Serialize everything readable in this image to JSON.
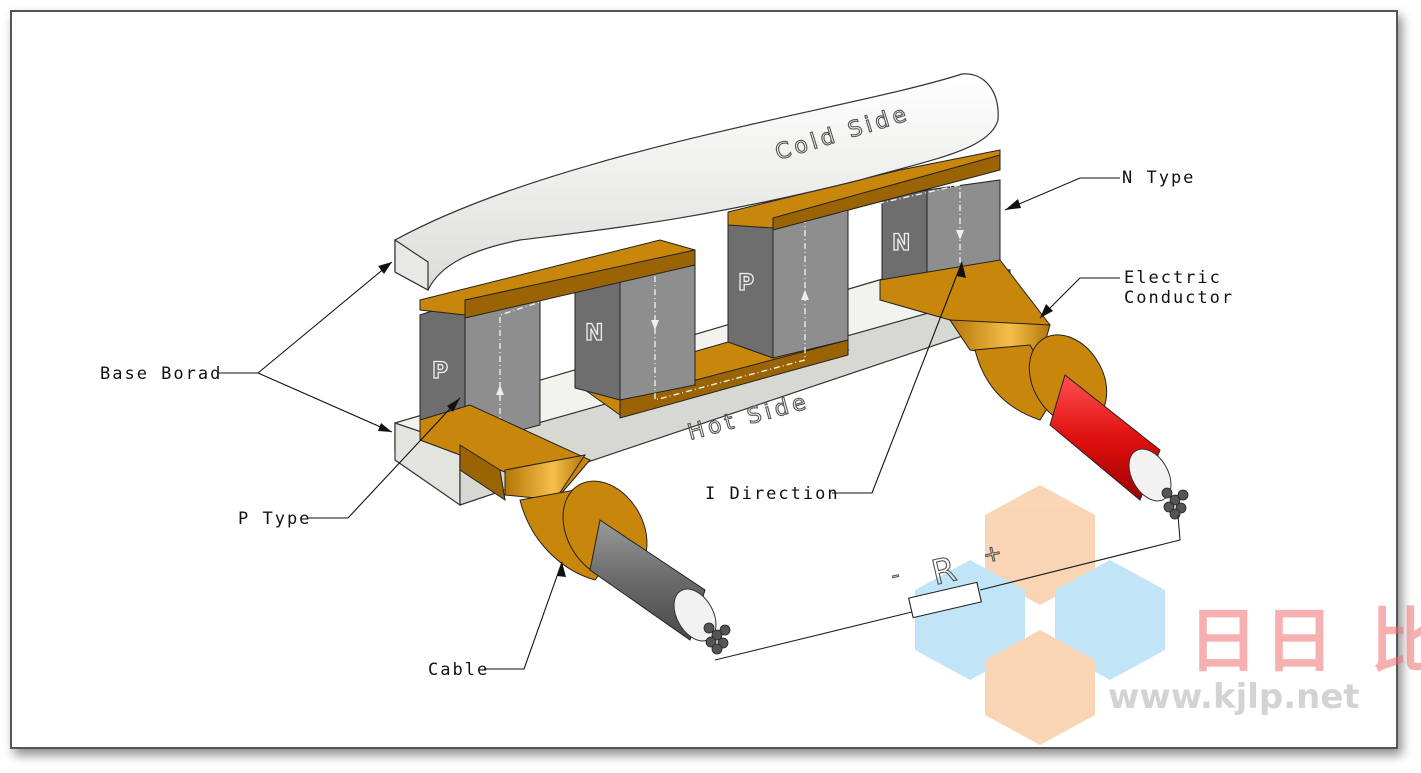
{
  "diagram": {
    "cold_side": "Cold  Side",
    "hot_side": "Hot  Side",
    "chip_p": "P",
    "chip_n": "N",
    "resistor": {
      "label": "R",
      "minus": "-",
      "plus": "+"
    },
    "callouts": {
      "n_type": "N Type",
      "electric_conductor_1": "Electric",
      "electric_conductor_2": "Conductor",
      "base_board": "Base Borad",
      "p_type": "P Type",
      "i_direction": "I Direction",
      "cable": "Cable"
    }
  },
  "watermark": {
    "url": "www.kjlp.net",
    "logo_glyphs": "日日 比晶"
  },
  "colors": {
    "copper": "#c8860a",
    "copper_dark": "#9a6405",
    "chip_light": "#8e8e8e",
    "chip_dark": "#6a6a6a",
    "board": "#f3f3ee",
    "red_cable": "#e01818",
    "gray_cable": "#707070"
  }
}
